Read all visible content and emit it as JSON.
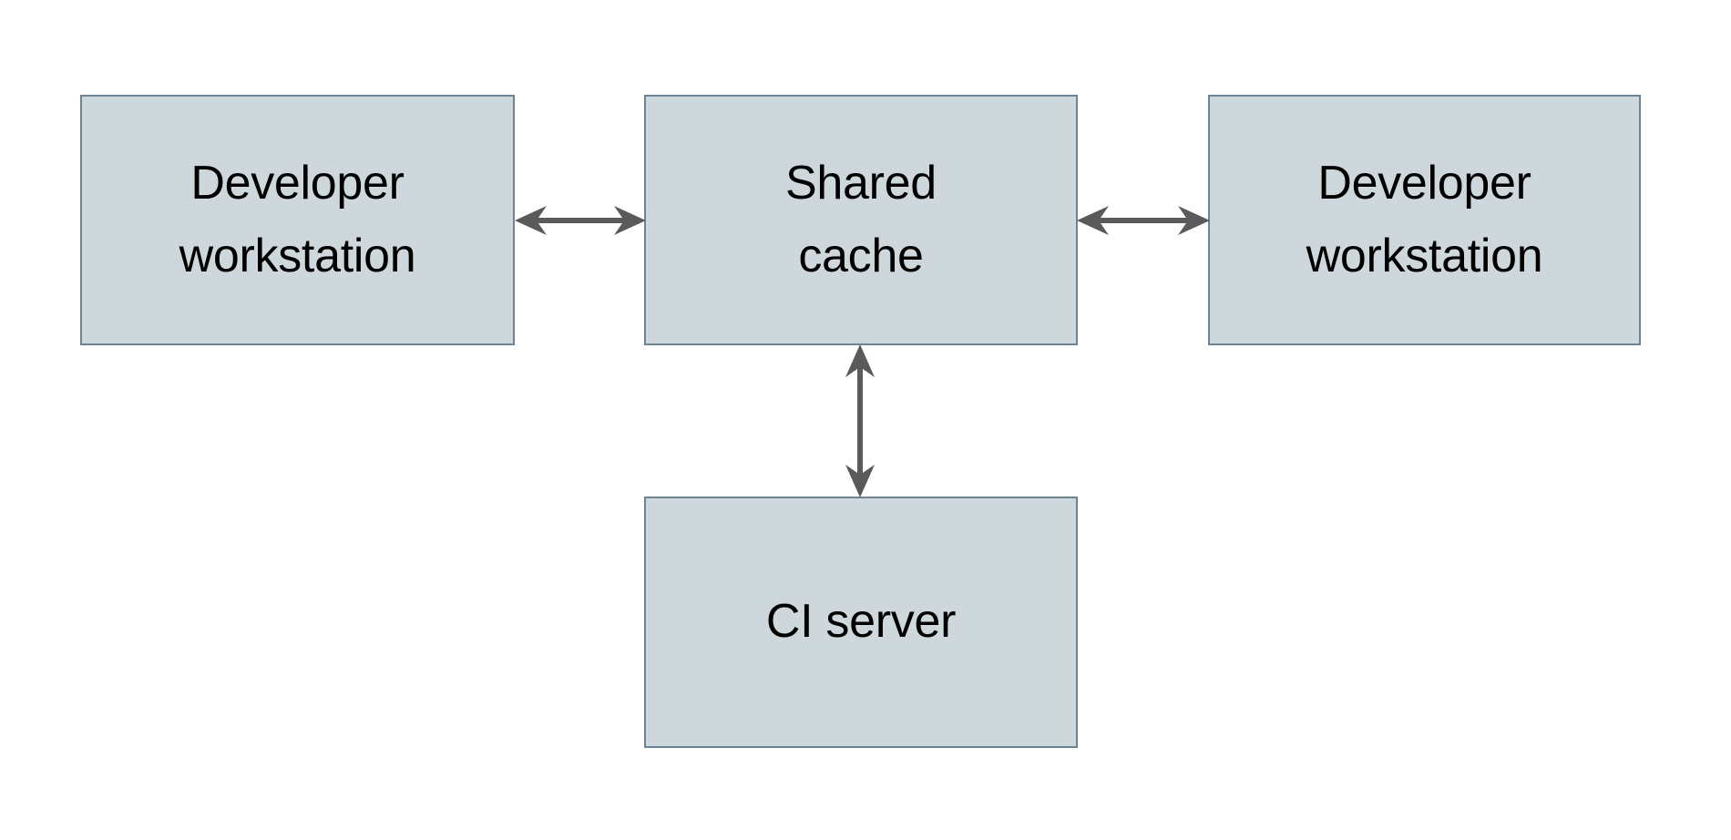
{
  "diagram": {
    "type": "block-diagram",
    "background_color": "#ffffff",
    "node_fill_color": "#ced8dc",
    "node_border_color": "#6d8593",
    "edge_color": "#5a5a5a",
    "text_color": "#000000",
    "nodes": [
      {
        "id": "dev-left",
        "label": "Developer\nworkstation",
        "label_line1": "Developer",
        "label_line2": "workstation"
      },
      {
        "id": "cache",
        "label": "Shared\ncache",
        "label_line1": "Shared",
        "label_line2": "cache"
      },
      {
        "id": "dev-right",
        "label": "Developer\nworkstation",
        "label_line1": "Developer",
        "label_line2": "workstation"
      },
      {
        "id": "ci",
        "label": "CI server",
        "label_line1": "CI server",
        "label_line2": ""
      }
    ],
    "edges": [
      {
        "id": "dev-left-to-cache",
        "from": "dev-left",
        "to": "cache",
        "direction": "bidirectional",
        "orientation": "horizontal"
      },
      {
        "id": "cache-to-dev-right",
        "from": "cache",
        "to": "dev-right",
        "direction": "bidirectional",
        "orientation": "horizontal"
      },
      {
        "id": "cache-to-ci",
        "from": "cache",
        "to": "ci",
        "direction": "bidirectional",
        "orientation": "vertical"
      }
    ]
  }
}
